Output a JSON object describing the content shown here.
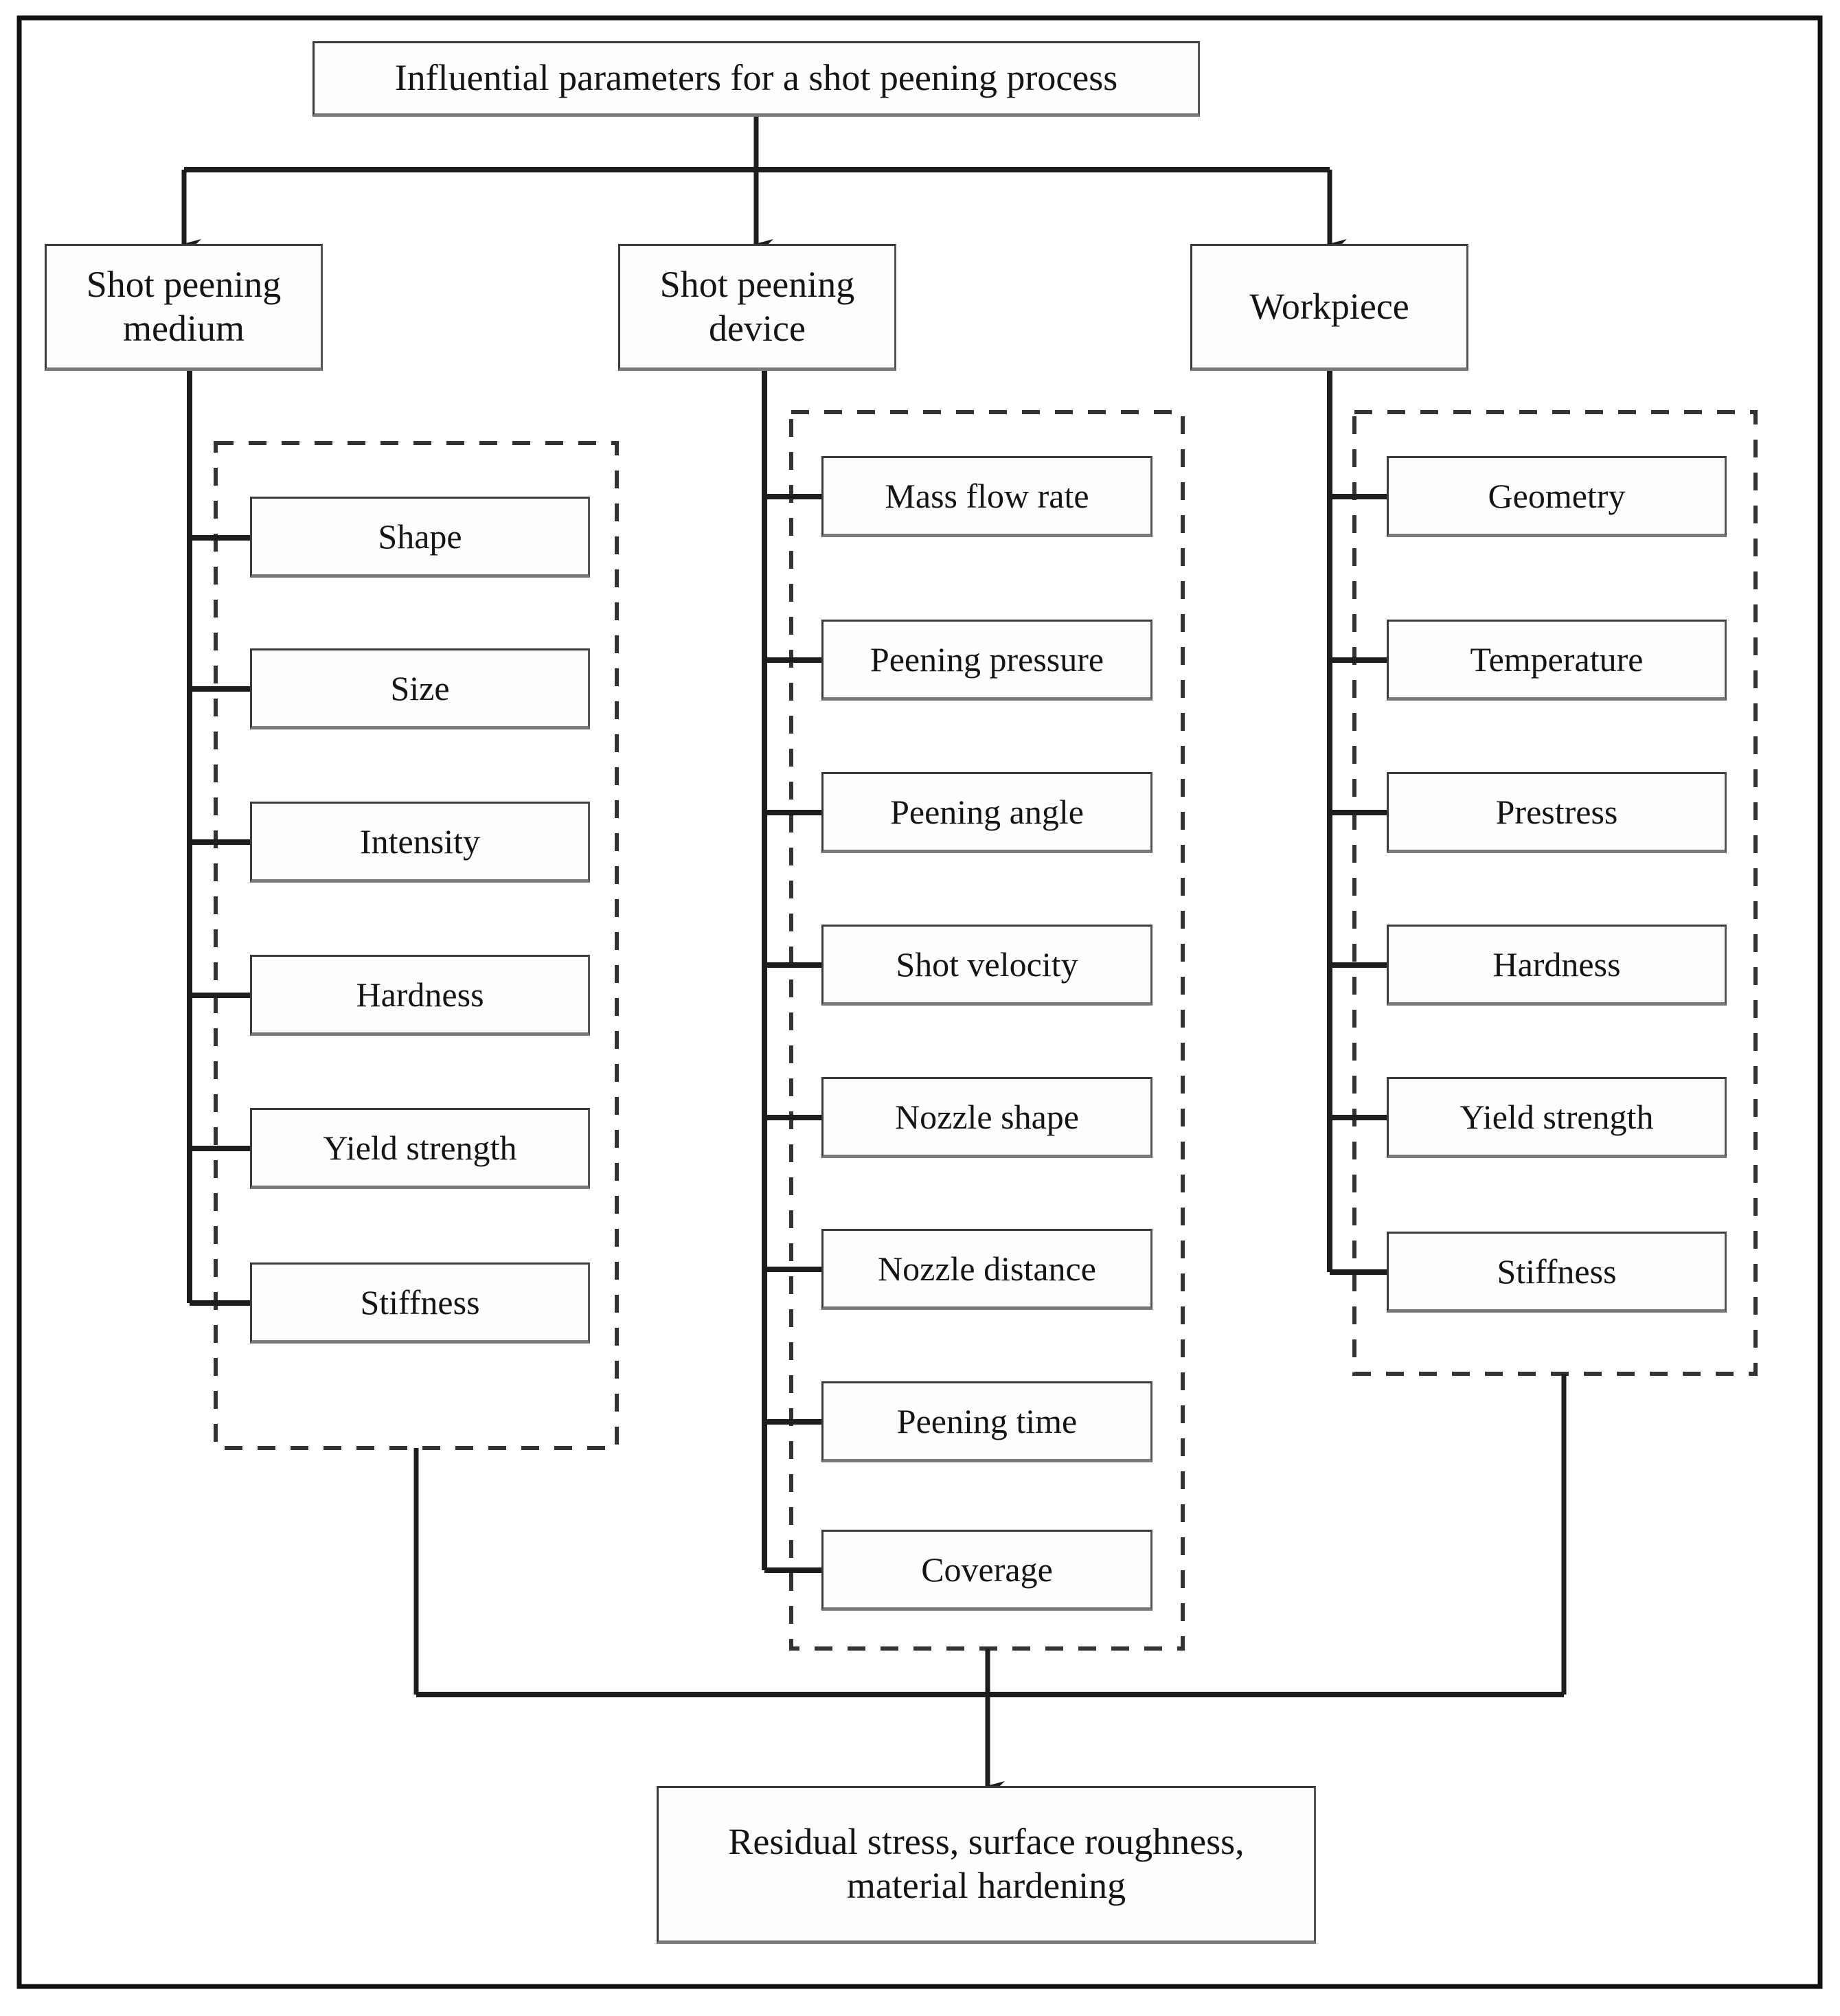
{
  "diagram": {
    "title_node": {
      "label": "Influential parameters for a shot peening process"
    },
    "categories": [
      {
        "id": "medium",
        "label": "Shot peening medium"
      },
      {
        "id": "device",
        "label": "Shot peening device"
      },
      {
        "id": "workpiece",
        "label": "Workpiece"
      }
    ],
    "groups": [
      {
        "id": "medium-params",
        "parent": "Shot peening medium",
        "items": [
          {
            "label": "Shape"
          },
          {
            "label": "Size"
          },
          {
            "label": "Intensity"
          },
          {
            "label": "Hardness"
          },
          {
            "label": "Yield strength"
          },
          {
            "label": "Stiffness"
          }
        ]
      },
      {
        "id": "device-params",
        "parent": "Shot peening device",
        "items": [
          {
            "label": "Mass flow rate"
          },
          {
            "label": "Peening pressure"
          },
          {
            "label": "Peening angle"
          },
          {
            "label": "Shot velocity"
          },
          {
            "label": "Nozzle shape"
          },
          {
            "label": "Nozzle distance"
          },
          {
            "label": "Peening time"
          },
          {
            "label": "Coverage"
          }
        ]
      },
      {
        "id": "workpiece-params",
        "parent": "Workpiece",
        "items": [
          {
            "label": "Geometry"
          },
          {
            "label": "Temperature"
          },
          {
            "label": "Prestress"
          },
          {
            "label": "Hardness"
          },
          {
            "label": "Yield strength"
          },
          {
            "label": "Stiffness"
          }
        ]
      }
    ],
    "output_node": {
      "label": "Residual stress, surface roughness, material hardening"
    },
    "colors": {
      "stroke": "#2b2b2b",
      "box_border": "#3a3a3a",
      "box_shadow": "#7a7a7a",
      "box_fill": "#fdfdfd",
      "dashed_border": "#333333",
      "frame": "#111111",
      "background": "#ffffff",
      "text": "#141414"
    }
  }
}
